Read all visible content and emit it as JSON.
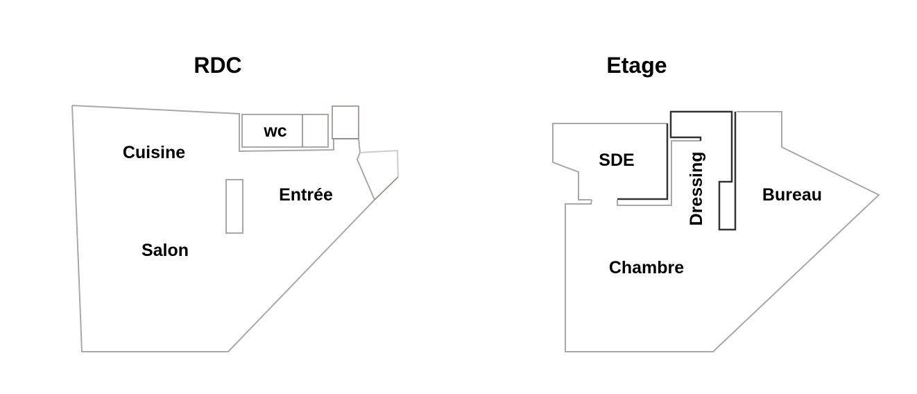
{
  "plans": [
    {
      "title": "RDC",
      "rooms": [
        "Cuisine",
        "wc",
        "Entrée",
        "Salon"
      ]
    },
    {
      "title": "Etage",
      "rooms": [
        "SDE",
        "Dressing",
        "Bureau",
        "Chambre"
      ]
    }
  ],
  "colors": {
    "wall": "#a8a8a8",
    "wall_dark": "#333333",
    "text": "#000000"
  }
}
